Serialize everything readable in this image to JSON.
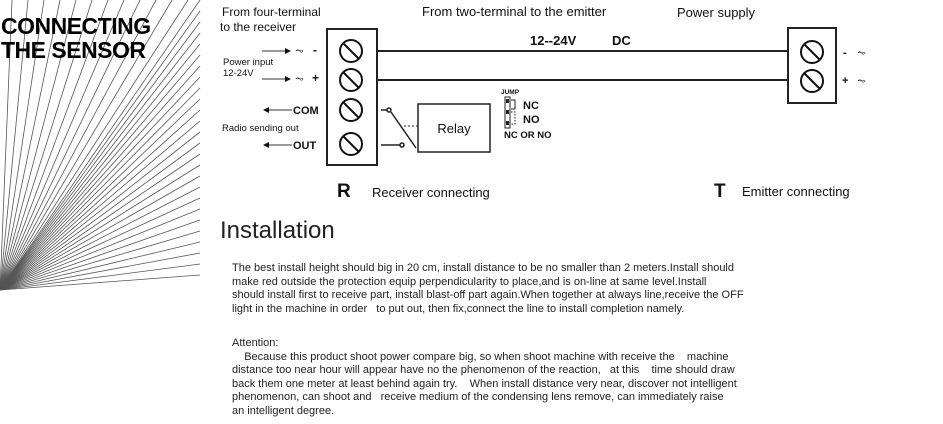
{
  "title": {
    "line1": "CONNECTING",
    "line2": "THE SENSOR"
  },
  "diagram": {
    "receiver_header_1": "From four-terminal",
    "receiver_header_2": "to the receiver",
    "emitter_header": "From two-terminal to the emitter",
    "power_supply": "Power supply",
    "voltage": "12--24V",
    "dc": "DC",
    "power_input_1": "Power input",
    "power_input_2": "12-24V",
    "minus": "-",
    "plus": "+",
    "com": "COM",
    "radio_out": "Radio sending out",
    "out": "OUT",
    "relay": "Relay",
    "jump": "JUMP",
    "nc": "NC",
    "no": "NO",
    "nc_or_no": "NC OR NO",
    "receiver_letter": "R",
    "receiver_label": "Receiver connecting",
    "emitter_letter": "T",
    "emitter_label": "Emitter connecting"
  },
  "installation": {
    "heading": "Installation",
    "lines": [
      "The best install height should big in 20 cm, install distance to be no smaller than 2 meters.Install should",
      "make red outside the protection equip perpendicularity to place,and is on-line at same level.Install",
      "should install first to receive part, install blast-off part again.When together at always line,receive the OFF",
      "light in the machine in order   to put out, then fix,connect the line to install completion namely."
    ]
  },
  "attention": {
    "heading": "Attention:",
    "lines": [
      "    Because this product shoot power compare big, so when shoot machine with receive the    machine",
      "distance too near hour will appear have no the phenomenon of the reaction,   at this    time should draw",
      "back them one meter at least behind again try.    When install distance very near, discover not intelligent",
      "phenomenon, can shoot and   receive medium of the condensing lens remove, can immediately raise",
      "an intelligent degree."
    ]
  }
}
